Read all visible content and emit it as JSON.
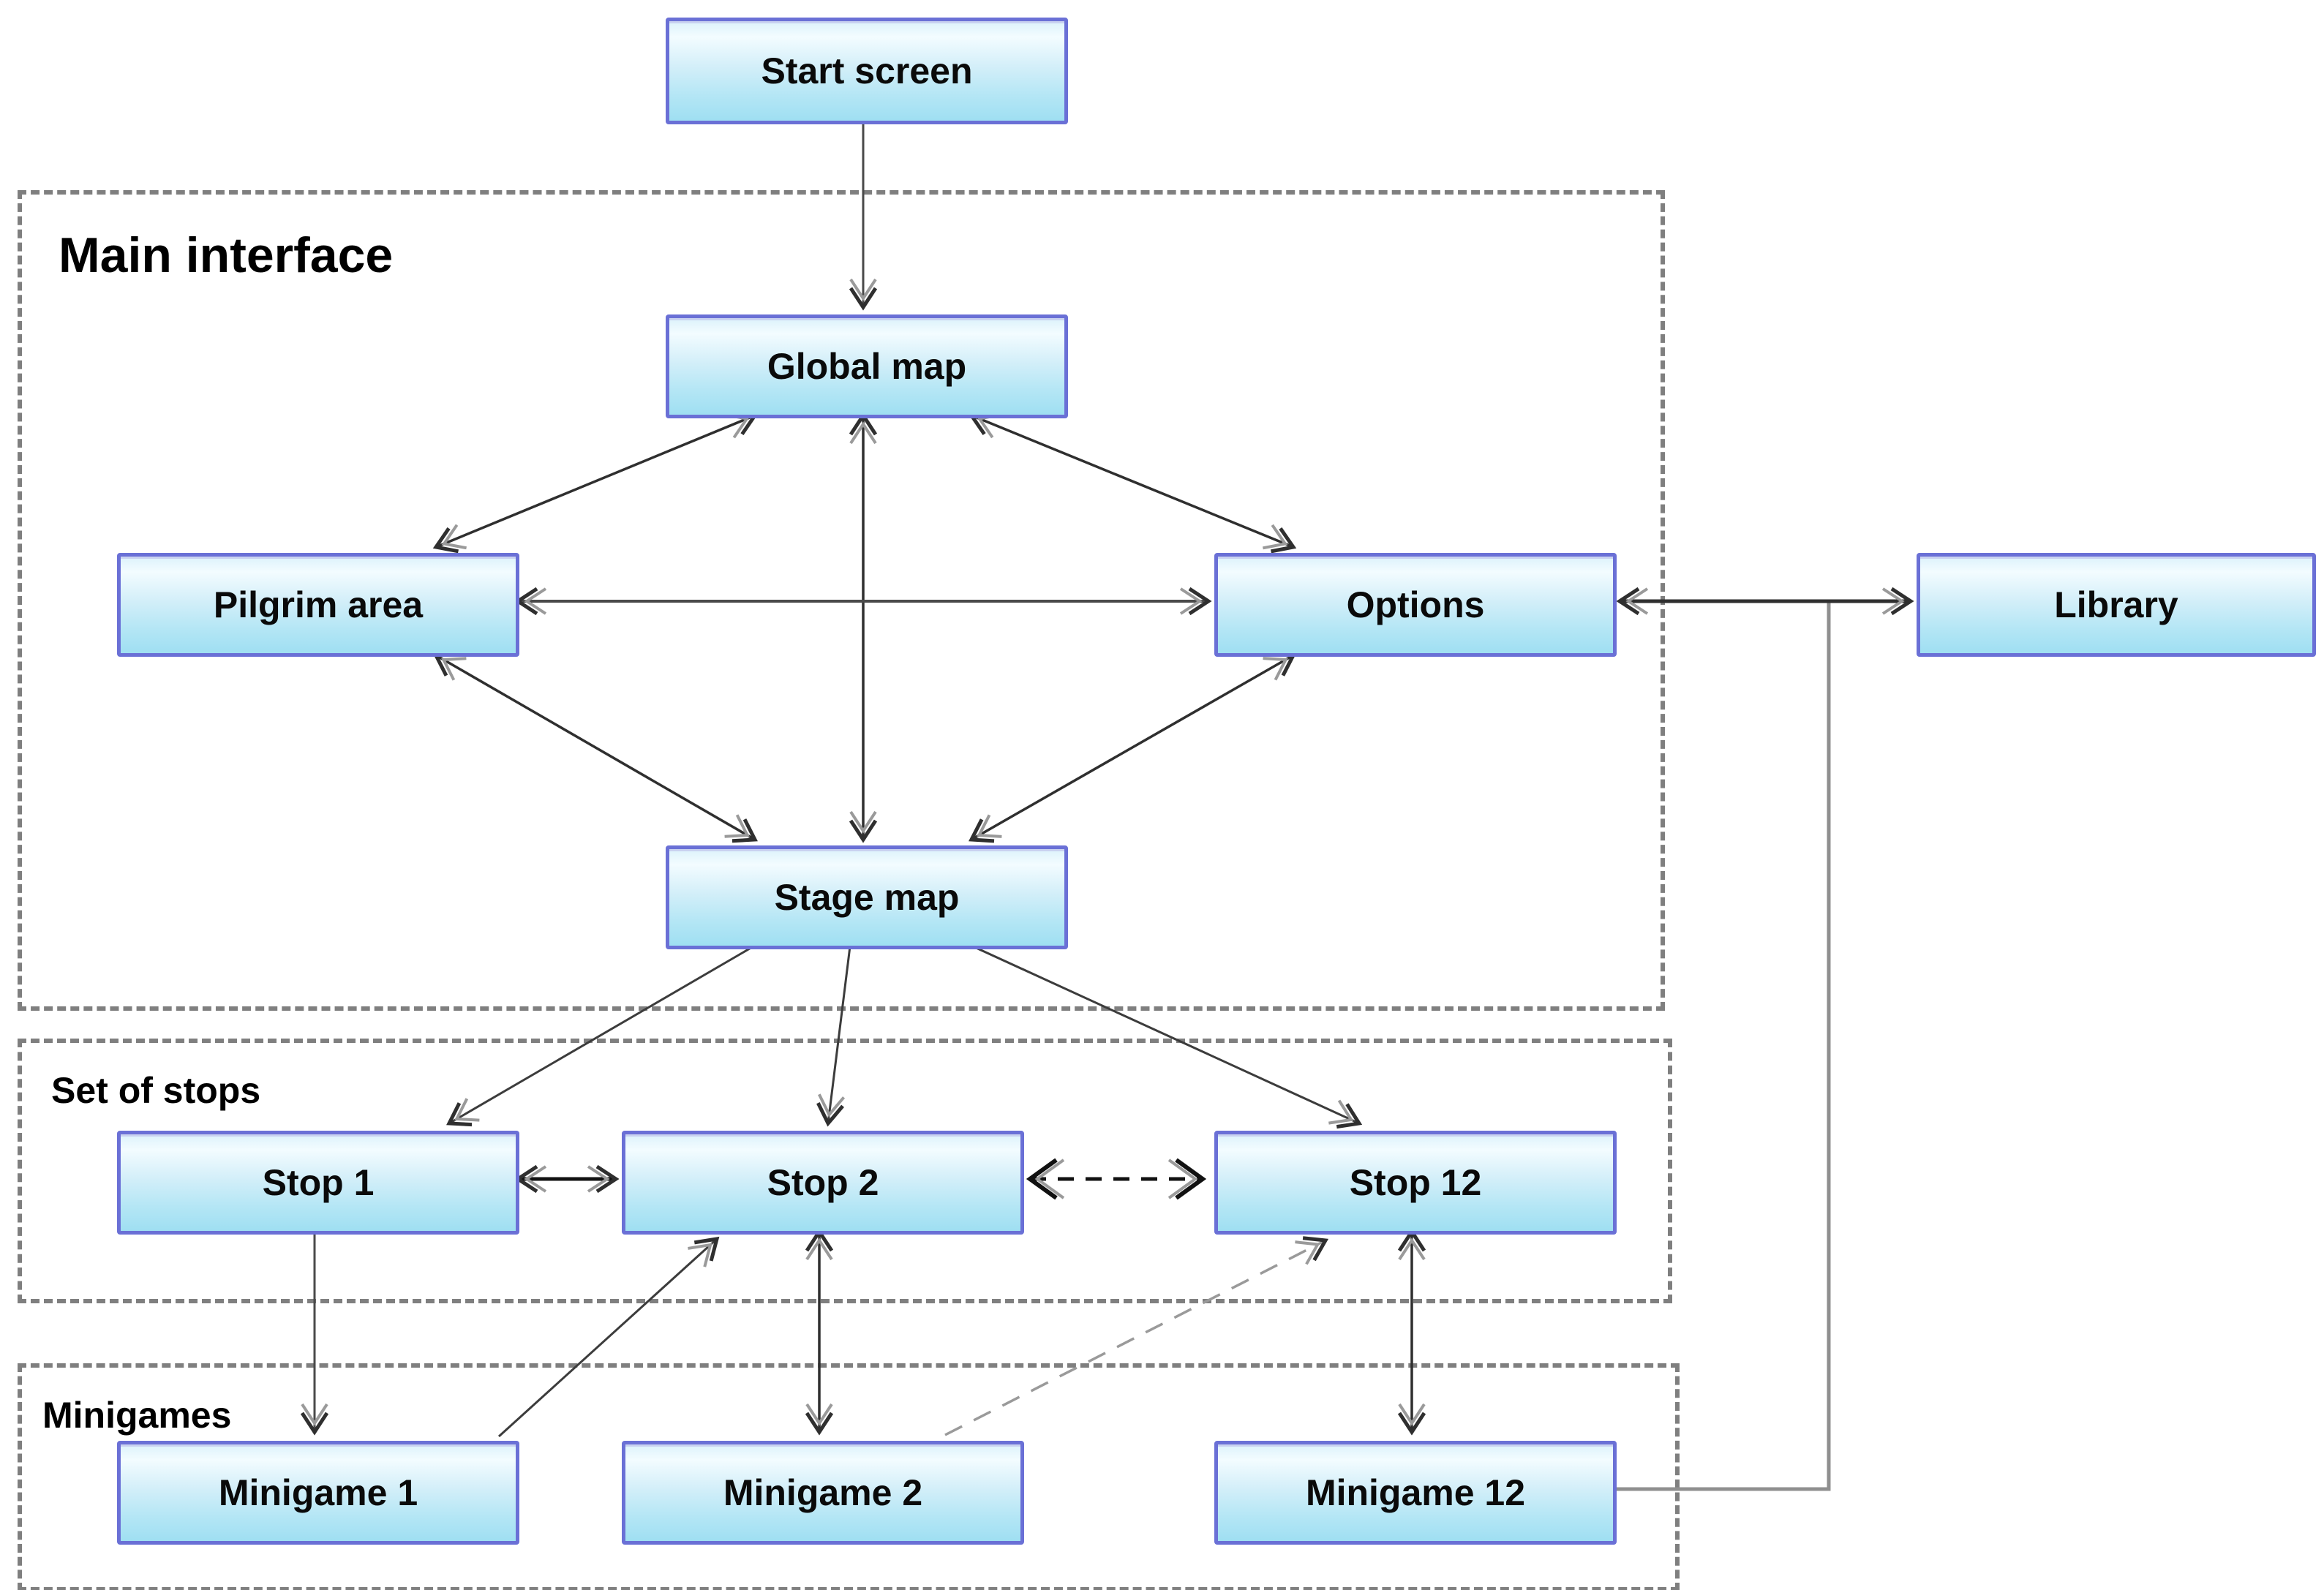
{
  "figure": {
    "type": "flow-diagram",
    "background": "#ffffff"
  },
  "containers": [
    {
      "id": "main-interface",
      "label": "Main interface"
    },
    {
      "id": "set-of-stops",
      "label": "Set of stops"
    },
    {
      "id": "minigames",
      "label": "Minigames"
    }
  ],
  "nodes": [
    {
      "id": "start-screen",
      "label": "Start screen"
    },
    {
      "id": "global-map",
      "label": "Global map"
    },
    {
      "id": "pilgrim-area",
      "label": "Pilgrim area"
    },
    {
      "id": "options",
      "label": "Options"
    },
    {
      "id": "library",
      "label": "Library"
    },
    {
      "id": "stage-map",
      "label": "Stage map"
    },
    {
      "id": "stop-1",
      "label": "Stop 1"
    },
    {
      "id": "stop-2",
      "label": "Stop 2"
    },
    {
      "id": "stop-12",
      "label": "Stop 12"
    },
    {
      "id": "minigame-1",
      "label": "Minigame 1"
    },
    {
      "id": "minigame-2",
      "label": "Minigame 2"
    },
    {
      "id": "minigame-12",
      "label": "Minigame 12"
    }
  ],
  "edges": [
    {
      "from": "start-screen",
      "to": "global-map",
      "direction": "one-way",
      "style": "solid"
    },
    {
      "from": "global-map",
      "to": "pilgrim-area",
      "direction": "two-way",
      "style": "solid"
    },
    {
      "from": "global-map",
      "to": "options",
      "direction": "two-way",
      "style": "solid"
    },
    {
      "from": "global-map",
      "to": "stage-map",
      "direction": "two-way",
      "style": "solid"
    },
    {
      "from": "pilgrim-area",
      "to": "options",
      "direction": "two-way",
      "style": "solid"
    },
    {
      "from": "pilgrim-area",
      "to": "stage-map",
      "direction": "two-way",
      "style": "solid"
    },
    {
      "from": "options",
      "to": "stage-map",
      "direction": "two-way",
      "style": "solid"
    },
    {
      "from": "options",
      "to": "library",
      "direction": "two-way",
      "style": "solid"
    },
    {
      "from": "stage-map",
      "to": "stop-1",
      "direction": "one-way",
      "style": "solid"
    },
    {
      "from": "stage-map",
      "to": "stop-2",
      "direction": "one-way",
      "style": "solid"
    },
    {
      "from": "stage-map",
      "to": "stop-12",
      "direction": "one-way",
      "style": "solid"
    },
    {
      "from": "stop-1",
      "to": "stop-2",
      "direction": "two-way",
      "style": "solid"
    },
    {
      "from": "stop-2",
      "to": "stop-12",
      "direction": "two-way",
      "style": "dashed"
    },
    {
      "from": "stop-1",
      "to": "minigame-1",
      "direction": "one-way",
      "style": "solid"
    },
    {
      "from": "stop-2",
      "to": "minigame-2",
      "direction": "two-way",
      "style": "solid"
    },
    {
      "from": "stop-12",
      "to": "minigame-12",
      "direction": "two-way",
      "style": "solid"
    },
    {
      "from": "minigame-1",
      "to": "stop-2",
      "direction": "one-way",
      "style": "solid"
    },
    {
      "from": "minigame-2",
      "to": "stop-12",
      "direction": "one-way",
      "style": "dashed-gray"
    },
    {
      "from": "minigame-12",
      "to": "options-library-arrow",
      "direction": "none",
      "style": "solid-gray-elbow"
    }
  ],
  "colors": {
    "node_border": "#6a70d6",
    "node_fill_top": "#f3fcff",
    "node_fill_bottom": "#9fdff2",
    "container_dash": "#7f7f7f",
    "arrow": "#2f2f2f",
    "arrow_echo": "#9a9a9a",
    "gray_connector": "#8f8f8f",
    "text": "#000000"
  }
}
